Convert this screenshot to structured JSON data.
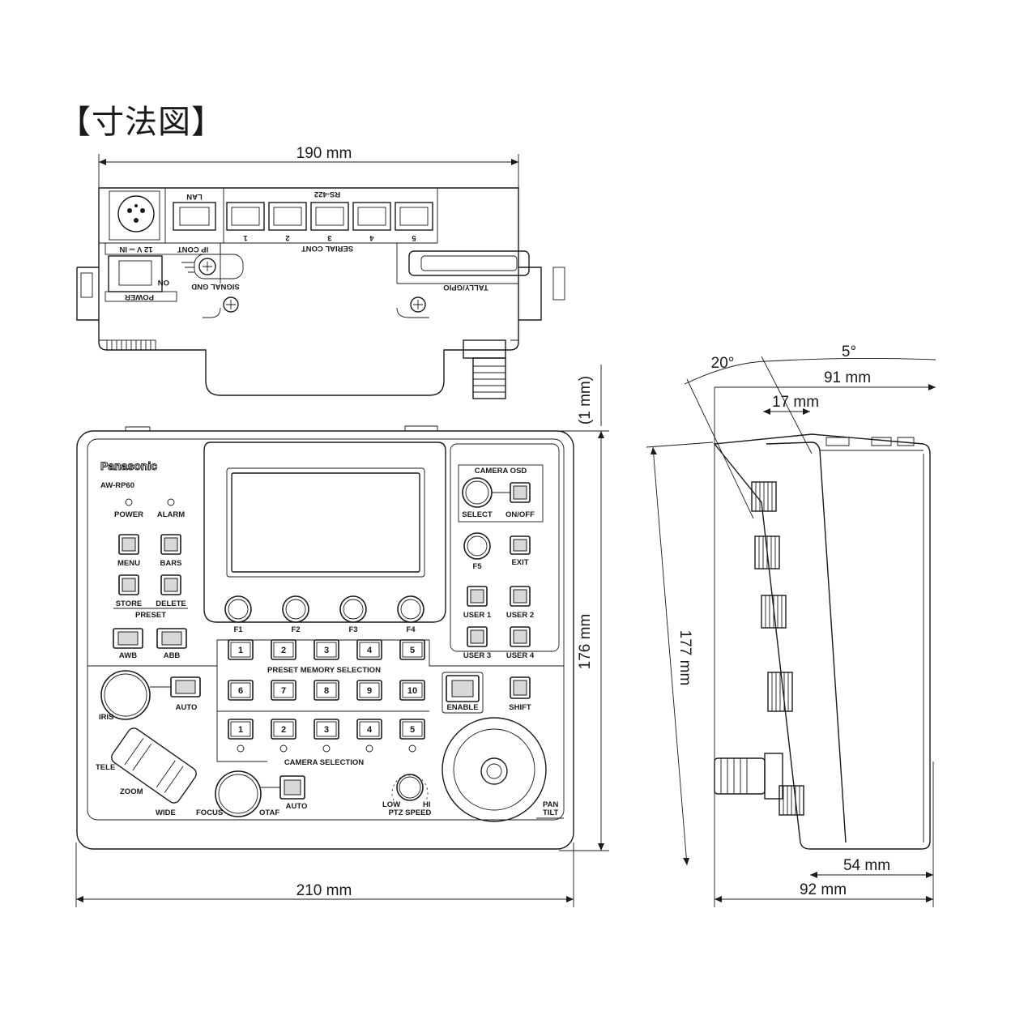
{
  "title": "【寸法図】",
  "dimensions": {
    "rear_width": "190 mm",
    "front_width": "210 mm",
    "front_height": "176 mm",
    "top_gap": "(1 mm)",
    "side_angle_20": "20°",
    "side_angle_5": "5°",
    "side_top_depth": "91 mm",
    "side_step": "17 mm",
    "side_diag": "177 mm",
    "side_base_54": "54 mm",
    "side_base_92": "92 mm"
  },
  "rear_panel": {
    "lan": "LAN",
    "rs422": "RS-422",
    "serial_cont": "SERIAL CONT",
    "port_numbers": [
      "1",
      "2",
      "3",
      "4",
      "5"
    ],
    "ip_cont": "IP CONT",
    "power_in": "12 V ═ IN",
    "power": "POWER",
    "on": "ON",
    "signal_gnd": "SIGNAL GND",
    "tally_gpio": "TALLY/GPIO"
  },
  "front_panel": {
    "brand": "Panasonic",
    "model": "AW-RP60",
    "power_led": "POWER",
    "alarm_led": "ALARM",
    "menu": "MENU",
    "bars": "BARS",
    "store": "STORE",
    "delete": "DELETE",
    "preset": "PRESET",
    "awb": "AWB",
    "abb": "ABB",
    "iris": "IRIS",
    "auto": "AUTO",
    "tele": "TELE",
    "zoom": "ZOOM",
    "wide": "WIDE",
    "focus": "FOCUS",
    "otaf": "OTAF",
    "camera_osd": "CAMERA OSD",
    "select": "SELECT",
    "on_off": "ON/OFF",
    "f5": "F5",
    "exit": "EXIT",
    "user1": "USER 1",
    "user2": "USER 2",
    "user3": "USER 3",
    "user4": "USER 4",
    "enable": "ENABLE",
    "shift": "SHIFT",
    "function_knobs": [
      "F1",
      "F2",
      "F3",
      "F4"
    ],
    "preset_buttons_row1": [
      "1",
      "2",
      "3",
      "4",
      "5"
    ],
    "preset_buttons_row2": [
      "6",
      "7",
      "8",
      "9",
      "10"
    ],
    "preset_memory_selection": "PRESET MEMORY SELECTION",
    "camera_buttons": [
      "1",
      "2",
      "3",
      "4",
      "5"
    ],
    "camera_selection": "CAMERA SELECTION",
    "low": "LOW",
    "hi": "HI",
    "ptz_speed": "PTZ SPEED",
    "pan": "PAN",
    "tilt": "TILT"
  }
}
